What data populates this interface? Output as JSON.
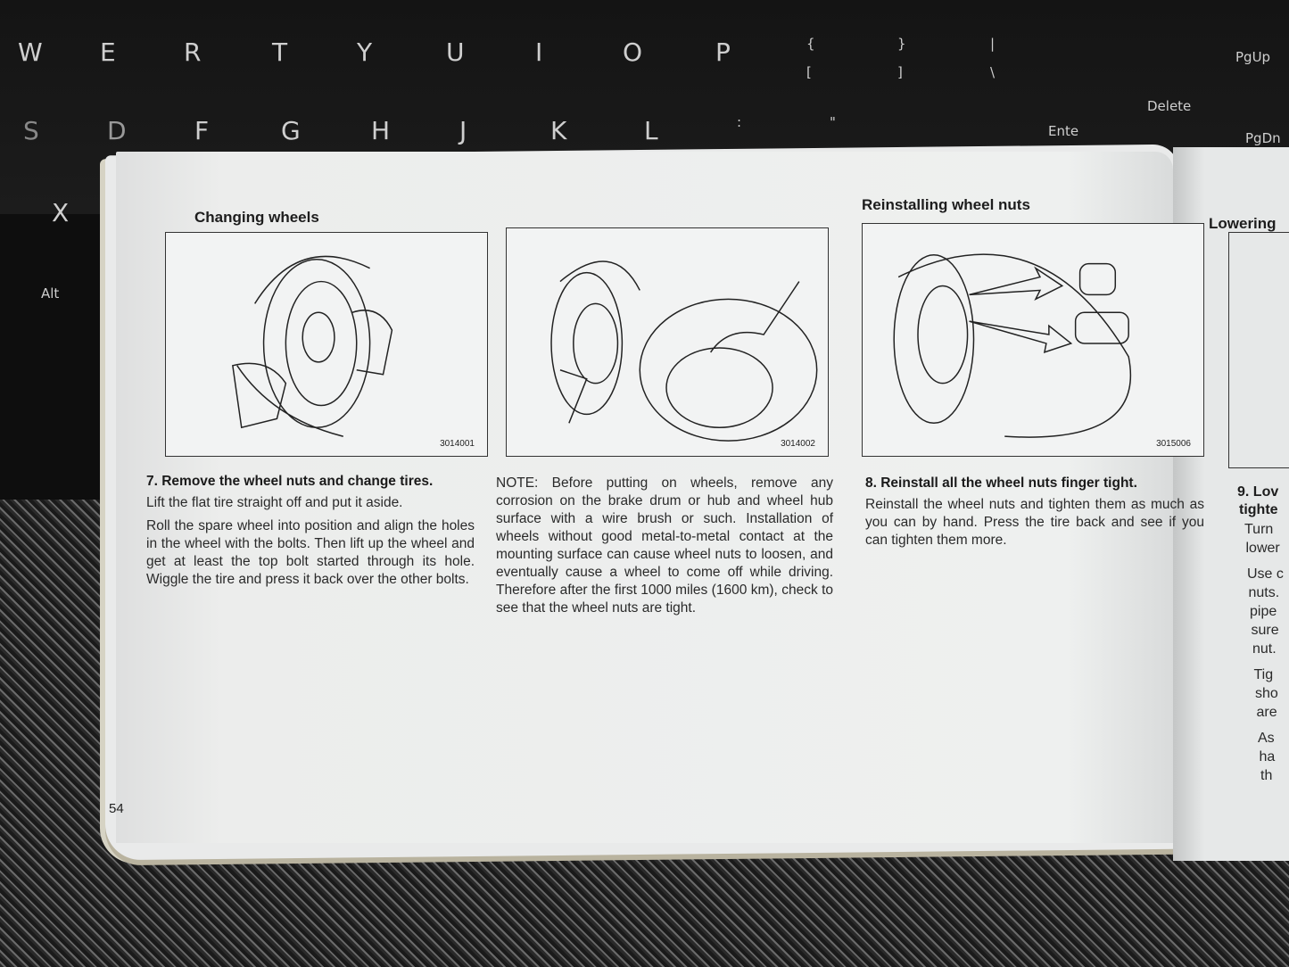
{
  "keyboard": {
    "keys": [
      "W",
      "E",
      "R",
      "T",
      "Y",
      "U",
      "I",
      "O",
      "P",
      "{",
      "}",
      "|",
      "PgUp",
      "[",
      "]",
      "\\",
      "S",
      "D",
      "F",
      "G",
      "H",
      "J",
      "K",
      "L",
      ":",
      "\"",
      "Delete",
      "PgDn",
      "Ente",
      "X",
      "Alt"
    ]
  },
  "manual": {
    "page_number": "54",
    "section1": {
      "title": "Changing wheels",
      "figure1_code": "3014001",
      "figure2_code": "3014002",
      "step_title": "7. Remove the wheel nuts and change tires.",
      "para1": "Lift the flat tire straight off and put it aside.",
      "para2": "Roll the spare wheel into position and align the holes in the wheel with the bolts. Then lift up the wheel and get at least the top bolt started through its hole. Wiggle the tire and press it back over the other bolts.",
      "note": "NOTE: Before putting on wheels, remove any corrosion on the brake drum or hub and wheel hub surface with a wire brush or such. Installation of wheels without good metal-to-metal contact at the mounting surface can cause wheel nuts to loosen, and eventually cause a wheel to come off while driving. Therefore after the first 1000 miles (1600 km), check to see that the wheel nuts are tight."
    },
    "section2": {
      "title": "Reinstalling wheel nuts",
      "figure_code": "3015006",
      "step_title": "8. Reinstall all the wheel nuts finger tight.",
      "para": "Reinstall the wheel nuts and tighten them as much as you can by hand. Press the tire back and see if you can tighten them more."
    },
    "section3": {
      "title": "Lowering",
      "step_title_l1": "9. Lov",
      "step_title_l2": "tighte",
      "lines": [
        "Turn",
        "lower",
        "Use c",
        "nuts.",
        "pipe",
        "sure",
        "nut.",
        "Tig",
        "sho",
        "are",
        "As",
        "ha",
        "th"
      ]
    }
  }
}
